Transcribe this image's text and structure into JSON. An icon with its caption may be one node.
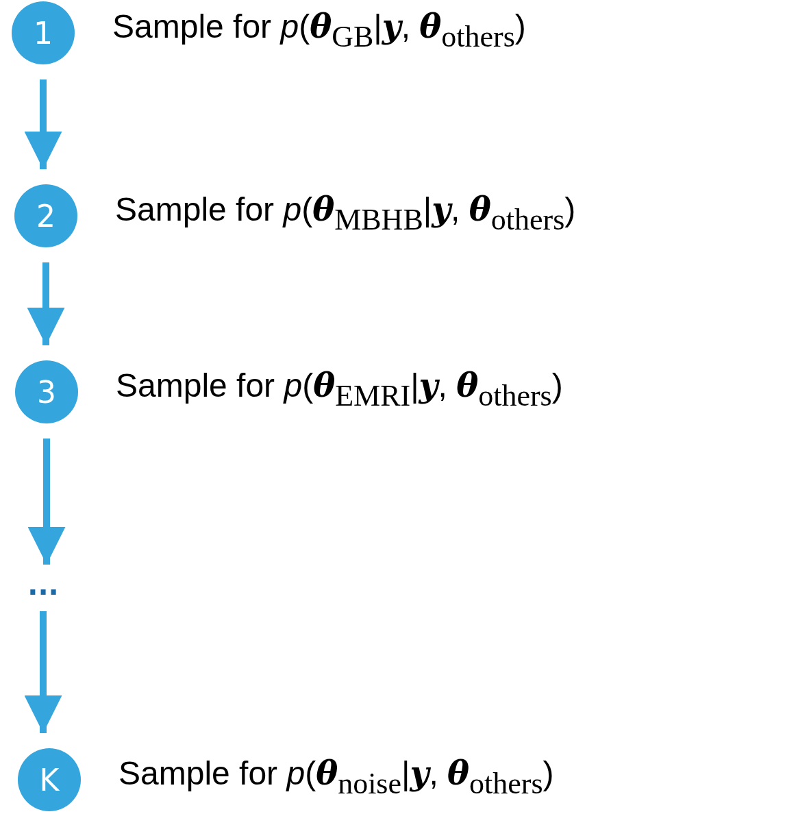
{
  "diagram": {
    "nodes": [
      {
        "text": [
          "1"
        ],
        "beside": [
          "Sample for *p*(**θ**$_{GB}$|**y**, **θ**$_{others}$)"
        ]
      },
      {
        "text": [
          "2"
        ],
        "beside": [
          "Sample for *p*(**θ**$_{MBHB}$|**y**, **θ**$_{others}$)"
        ]
      },
      {
        "text": [
          "3"
        ],
        "beside": [
          "Sample for *p*(**θ**$_{EMRI}$|**y**, **θ**$_{others}$)"
        ]
      },
      {
        "text": [
          "..."
        ]
      },
      {
        "text": [
          "K"
        ],
        "beside": [
          "Sample for *p*(**θ**$_{noise}$|**y**, **θ**$_{others}$)"
        ]
      }
    ],
    "edges": [
      {
        "from": 0,
        "to": 1,
        "arrow": "to"
      },
      {
        "from": 1,
        "to": 2,
        "arrow": "to"
      },
      {
        "from": 2,
        "to": 3,
        "arrow": "to"
      },
      {
        "from": 3,
        "to": 4,
        "arrow": "to"
      }
    ]
  }
}
